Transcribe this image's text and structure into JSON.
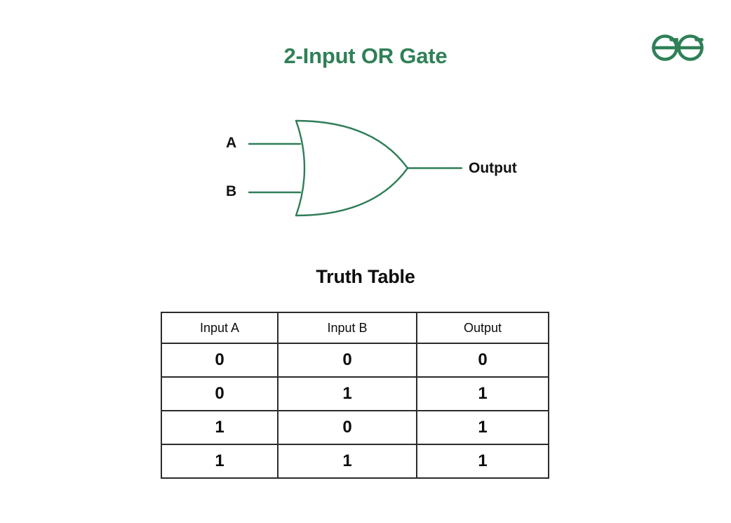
{
  "brand": {
    "logo_name": "geeksforgeeks-logo",
    "color": "#2f8056"
  },
  "title": "2-Input OR Gate",
  "theme": {
    "accent_green": "#2f8056",
    "wire_green": "#2f7d58",
    "text_black": "#0d0d0d",
    "border_gray": "#2b2b2b",
    "background": "#ffffff"
  },
  "diagram": {
    "name": "or-gate-schematic",
    "gate_type": "OR",
    "input_labels": [
      "A",
      "B"
    ],
    "output_label": "Output"
  },
  "truth_table": {
    "heading": "Truth Table",
    "headers": [
      "Input A",
      "Input B",
      "Output"
    ],
    "rows": [
      [
        "0",
        "0",
        "0"
      ],
      [
        "0",
        "1",
        "1"
      ],
      [
        "1",
        "0",
        "1"
      ],
      [
        "1",
        "1",
        "1"
      ]
    ]
  },
  "chart_data": {
    "type": "table",
    "title": "2-Input OR Gate",
    "subtitle": "Truth Table",
    "columns": [
      "Input A",
      "Input B",
      "Output"
    ],
    "rows": [
      [
        "0",
        "0",
        "0"
      ],
      [
        "0",
        "1",
        "1"
      ],
      [
        "1",
        "0",
        "1"
      ],
      [
        "1",
        "1",
        "1"
      ]
    ]
  }
}
